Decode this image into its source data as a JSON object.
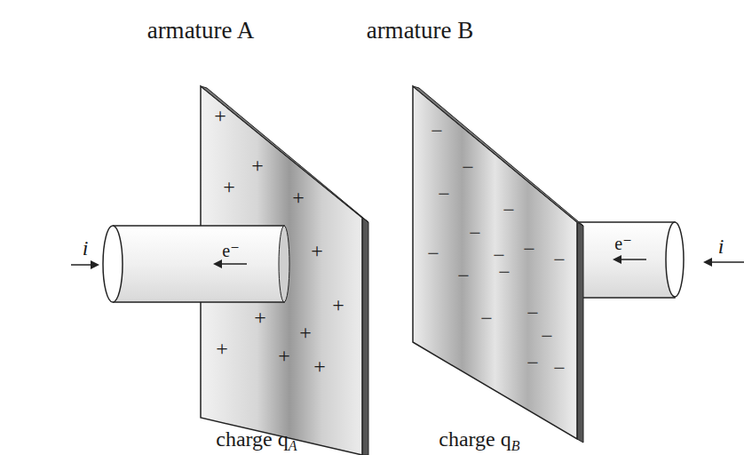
{
  "diagram": {
    "labels": [
      "armature A",
      "armature B",
      "i",
      "e⁻",
      "+",
      "+",
      "+",
      "+",
      "+",
      "+",
      "+",
      "+",
      "+",
      "+",
      "+",
      "−",
      "−",
      "−",
      "−",
      "−",
      "−",
      "−",
      "−",
      "−",
      "−",
      "−",
      "−",
      "−",
      "−",
      "−",
      "−",
      "e⁻",
      "i",
      "charge q",
      "A",
      "charge q",
      "B"
    ]
  }
}
